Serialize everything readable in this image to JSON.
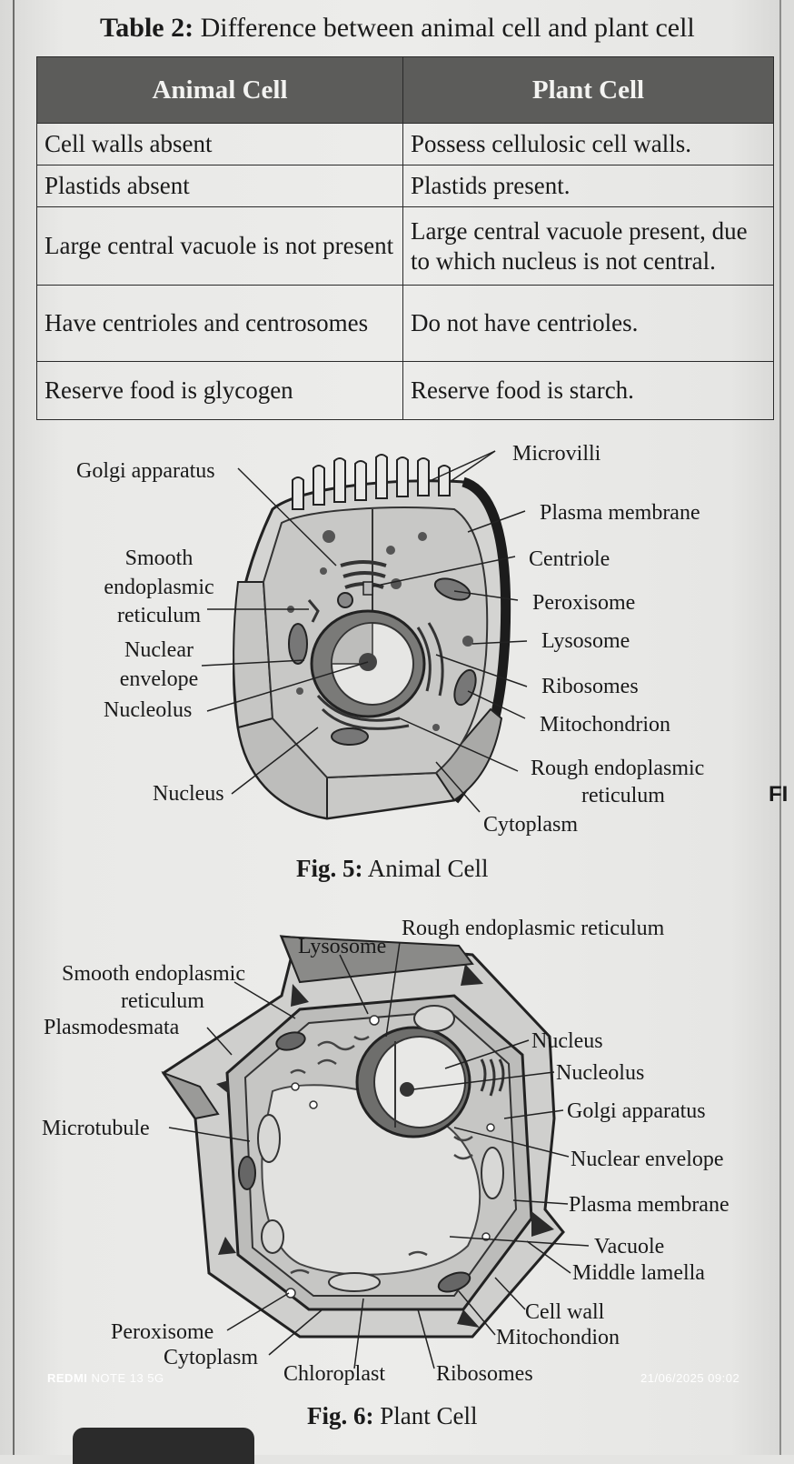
{
  "title": {
    "bold": "Table 2:",
    "text": " Difference between animal cell and plant cell"
  },
  "table": {
    "headers": [
      "Animal Cell",
      "Plant Cell"
    ],
    "rows": [
      [
        "Cell walls absent",
        "Possess cellulosic cell walls."
      ],
      [
        "Plastids absent",
        "Plastids present."
      ],
      [
        "Large central vacuole is not present",
        "Large central vacuole present, due to which nucleus is not central."
      ],
      [
        "Have centrioles and centrosomes",
        "Do not have centrioles."
      ],
      [
        "Reserve food is glycogen",
        "Reserve food is starch."
      ]
    ]
  },
  "fig5": {
    "caption_bold": "Fig. 5:",
    "caption_text": " Animal Cell",
    "labels": {
      "golgi": "Golgi apparatus",
      "microvilli": "Microvilli",
      "plasma_membrane": "Plasma membrane",
      "smooth_er_1": "Smooth",
      "smooth_er_2": "endoplasmic",
      "smooth_er_3": "reticulum",
      "centriole": "Centriole",
      "peroxisome": "Peroxisome",
      "nuclear_env_1": "Nuclear",
      "nuclear_env_2": "envelope",
      "lysosome": "Lysosome",
      "ribosomes": "Ribosomes",
      "nucleolus": "Nucleolus",
      "mitochondrion": "Mitochondrion",
      "rough_er_1": "Rough endoplasmic",
      "rough_er_2": "reticulum",
      "nucleus": "Nucleus",
      "cytoplasm": "Cytoplasm"
    }
  },
  "fig6": {
    "caption_bold": "Fig. 6:",
    "caption_text": " Plant Cell",
    "labels": {
      "rough_er": "Rough endoplasmic reticulum",
      "lysosome": "Lysosome",
      "smooth_er_1": "Smooth endoplasmic",
      "smooth_er_2": "reticulum",
      "plasmodesmata": "Plasmodesmata",
      "nucleus": "Nucleus",
      "nucleolus": "Nucleolus",
      "golgi": "Golgi apparatus",
      "microtubule": "Microtubule",
      "nuclear_env": "Nuclear envelope",
      "plasma_membrane": "Plasma membrane",
      "vacuole": "Vacuole",
      "middle_lamella": "Middle lamella",
      "cell_wall": "Cell wall",
      "mitochondion": "Mitochondion",
      "peroxisome": "Peroxisome",
      "cytoplasm": "Cytoplasm",
      "chloroplast": "Chloroplast",
      "ribosomes": "Ribosomes"
    }
  },
  "edge_glyph": "FI",
  "watermark": {
    "brand": "REDMI",
    "model": " NOTE 13 5G",
    "datetime": "21/06/2025 09:02"
  }
}
